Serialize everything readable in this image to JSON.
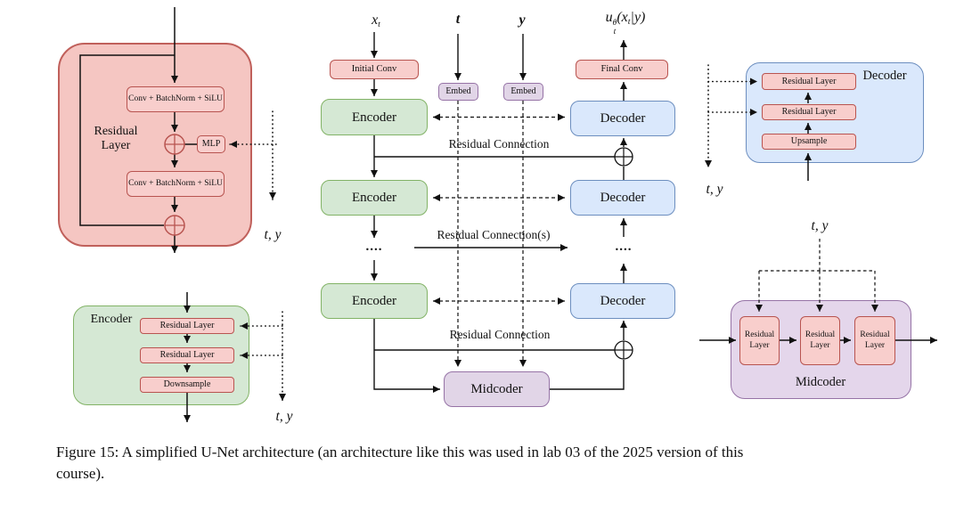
{
  "colors": {
    "red_fill": "#f8cecc",
    "red_stroke": "#b85450",
    "red_container_fill": "#f5c6c2",
    "red_container_stroke": "#c0605b",
    "green_fill": "#d5e8d4",
    "green_stroke": "#82b366",
    "blue_fill": "#dae8fc",
    "blue_stroke": "#6c8ebf",
    "purple_fill": "#e1d5e7",
    "purple_stroke": "#9673a6",
    "purple_container_fill": "#e4d6eb",
    "line": "#111111"
  },
  "main": {
    "input": {
      "base": "x",
      "sub": "t"
    },
    "time_input": "t",
    "class_input": "y",
    "output": {
      "base": "u",
      "sup": "θ",
      "sub": "t",
      "arg_open": "(x",
      "arg_sub": "t",
      "arg_close": "|y)"
    },
    "initial_conv": "Initial Conv",
    "final_conv": "Final Conv",
    "embed_t": "Embed",
    "embed_y": "Embed",
    "encoders": [
      "Encoder",
      "Encoder",
      "Encoder"
    ],
    "decoders": [
      "Decoder",
      "Decoder",
      "Decoder"
    ],
    "midcoder": "Midcoder",
    "dots_left": "....",
    "dots_right": "....",
    "residual_top": "Residual Connection",
    "residual_mid": "Residual Connection(s)",
    "residual_bottom": "Residual Connection"
  },
  "residual_layer_detail": {
    "title": "Residual Layer",
    "block1": "Conv + BatchNorm + SiLU",
    "mlp": "MLP",
    "block2": "Conv + BatchNorm + SiLU",
    "cond": "t, y"
  },
  "encoder_detail": {
    "title": "Encoder",
    "layers": [
      "Residual Layer",
      "Residual Layer",
      "Downsample"
    ],
    "cond": "t, y"
  },
  "decoder_detail": {
    "title": "Decoder",
    "layers": [
      "Residual Layer",
      "Residual Layer",
      "Upsample"
    ],
    "cond": "t, y"
  },
  "midcoder_detail": {
    "title": "Midcoder",
    "layers": [
      "Residual Layer",
      "Residual Layer",
      "Residual Layer"
    ],
    "cond": "t, y"
  },
  "caption": {
    "line1": "Figure 15: A simplified U-Net architecture (an architecture like this was used in lab 03 of the 2025 version of this",
    "line2": "course)."
  }
}
